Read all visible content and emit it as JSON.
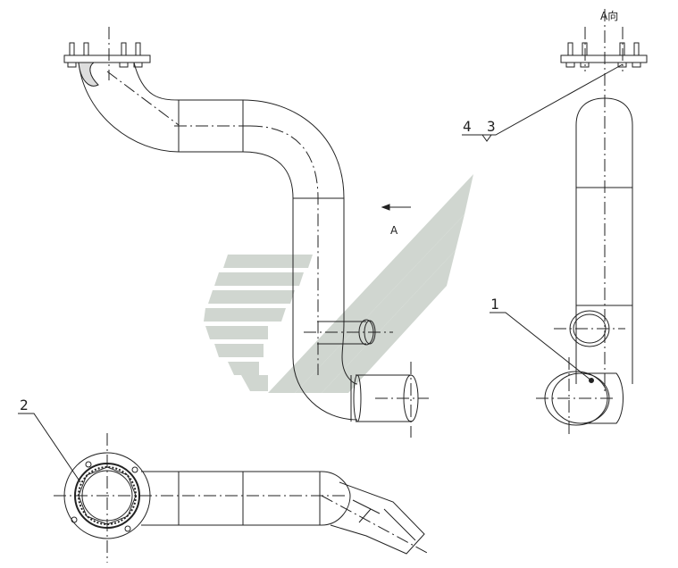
{
  "labels": {
    "view_a_title": "A向",
    "view_arrow_letter": "A",
    "callout_4": "4",
    "callout_3": "3",
    "callout_1": "1",
    "callout_2": "2"
  },
  "colors": {
    "line": "#222222",
    "watermark": "#c8d0c8"
  }
}
